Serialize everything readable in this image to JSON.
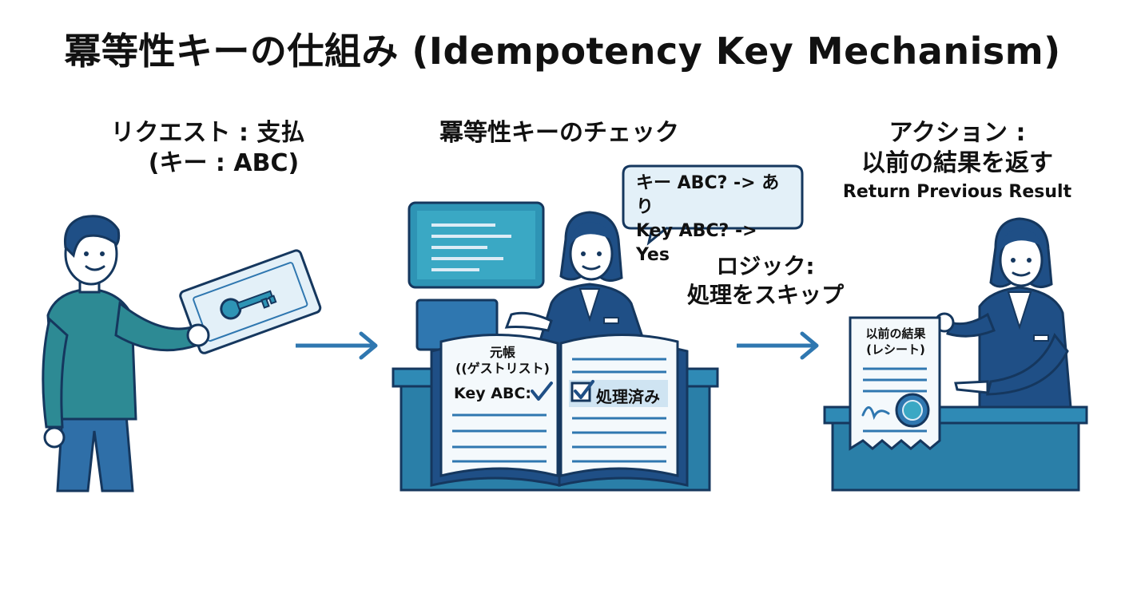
{
  "title": "冪等性キーの仕組み (Idempotency Key Mechanism)",
  "step1": {
    "line1": "リクエスト : 支払",
    "line2": "(キー : ABC)"
  },
  "step2": {
    "heading": "冪等性キーのチェック",
    "bubble_line1": "キー ABC? -> あり",
    "bubble_line2": "Key ABC? -> Yes",
    "ledger_title1": "元帳",
    "ledger_title2": "((ゲストリスト)",
    "ledger_key": "Key ABC:",
    "ledger_status": "処理済み",
    "logic_line1": "ロジック:",
    "logic_line2": "処理をスキップ"
  },
  "step3": {
    "line1": "アクション :",
    "line2": "以前の結果を返す",
    "line3": "Return Previous Result",
    "receipt_line1": "以前の結果",
    "receipt_line2": "(レシート)"
  },
  "colors": {
    "dark_blue": "#1f4f86",
    "mid_blue": "#2f77b0",
    "teal": "#2e94b5",
    "light_blue": "#dcecf6",
    "outline": "#15375e"
  }
}
